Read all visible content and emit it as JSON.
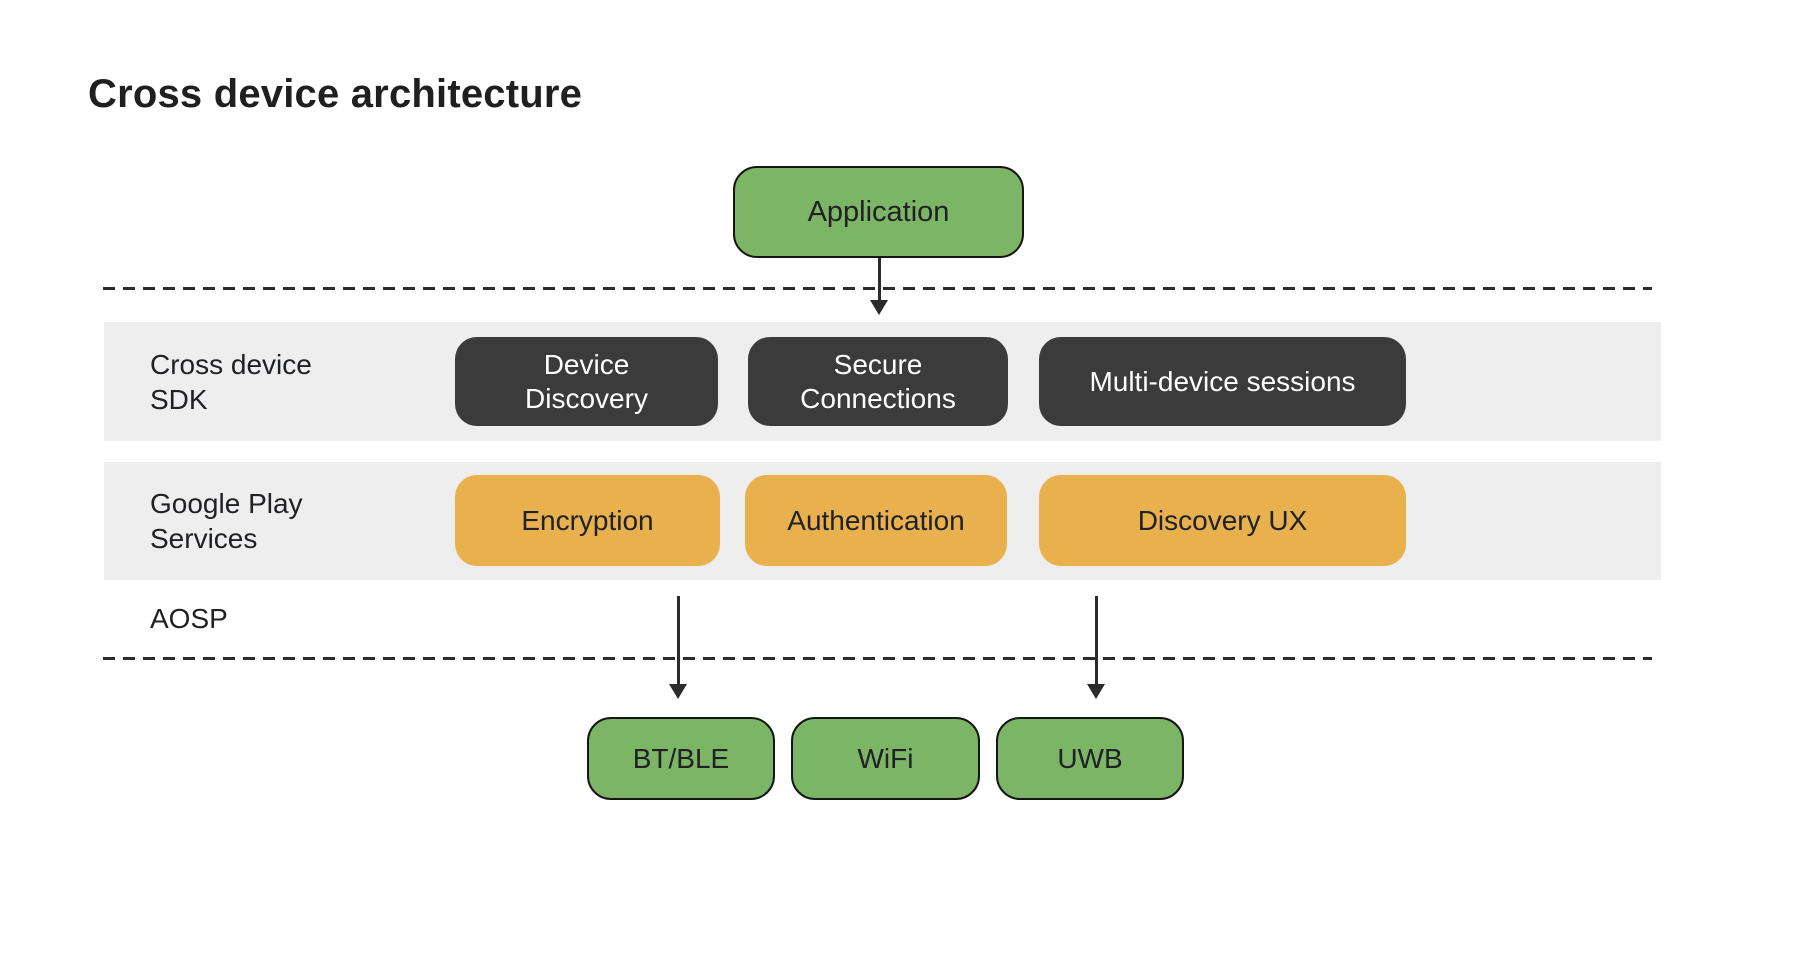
{
  "page": {
    "title": "Cross device architecture"
  },
  "colors": {
    "green": "#7CB566",
    "orange": "#E9B04E",
    "dark_chip": "#3B3B3B",
    "band_gray": "#EEEEEE",
    "line": "#2B2B2B",
    "text_dark": "#202124",
    "text_light": "#FFFFFF",
    "bg": "#FFFFFF"
  },
  "diagram": {
    "application": {
      "label": "Application"
    },
    "bands": [
      {
        "name": "cross-device-sdk",
        "label": "Cross device\nSDK",
        "chips": [
          "Device\nDiscovery",
          "Secure\nConnections",
          "Multi-device sessions"
        ]
      },
      {
        "name": "google-play-services",
        "label": "Google Play\nServices",
        "chips": [
          "Encryption",
          "Authentication",
          "Discovery UX"
        ]
      }
    ],
    "aosp_label": "AOSP",
    "radios": [
      "BT/BLE",
      "WiFi",
      "UWB"
    ]
  }
}
